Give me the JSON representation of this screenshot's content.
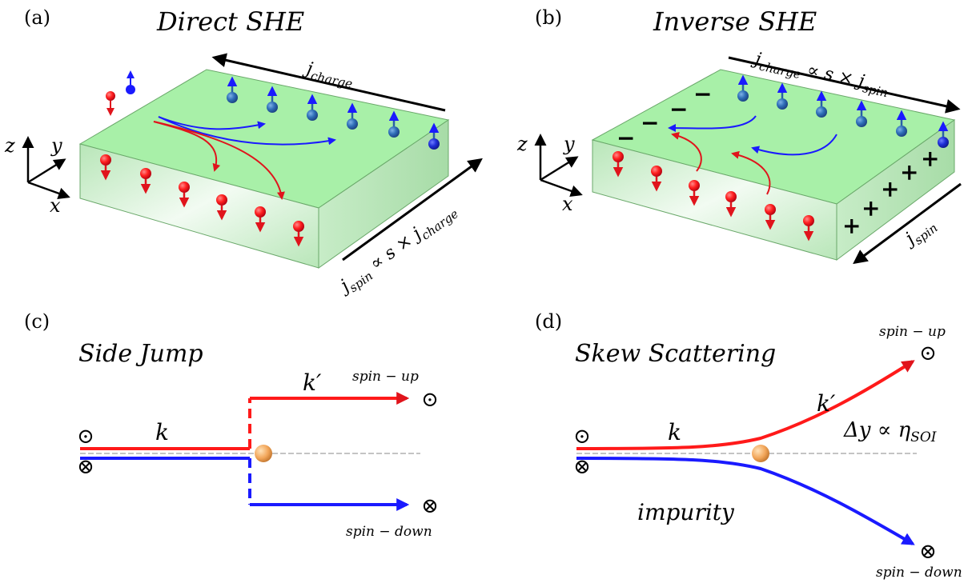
{
  "panels": {
    "a": {
      "label": "(a)",
      "title": "Direct SHE",
      "current_top": "j",
      "current_top_sub": "charge",
      "current_side_pre": "j",
      "current_side_sub": "spin",
      "current_side_mid": " ∝ s × j",
      "current_side_sub2": "charge",
      "axes": {
        "z": "z",
        "y": "y",
        "x": "x"
      }
    },
    "b": {
      "label": "(b)",
      "title": "Inverse SHE",
      "current_top_pre": "j",
      "current_top_sub": "charge",
      "current_top_mid": " ∝ s × j",
      "current_top_sub2": "spin",
      "current_side": "j",
      "current_side_sub": "spin",
      "minus": "−",
      "plus": "+",
      "axes": {
        "z": "z",
        "y": "y",
        "x": "x"
      }
    },
    "c": {
      "label": "(c)",
      "title": "Side Jump",
      "k_in": "k",
      "k_out": "k′",
      "spin_up": "spin − up",
      "spin_down": "spin − down",
      "dot_symbol": "⊙",
      "cross_symbol": "⊗"
    },
    "d": {
      "label": "(d)",
      "title": "Skew Scattering",
      "k_in": "k",
      "k_out": "k′",
      "spin_up": "spin − up",
      "spin_down": "spin − down",
      "impurity": "impurity",
      "delta": "Δy ∝ η",
      "delta_sub": "SOI",
      "dot_symbol": "⊙",
      "cross_symbol": "⊗"
    }
  },
  "colors": {
    "spin_up": "#2a5fa8",
    "spin_down": "#e0141c",
    "up_track": "#1a1aff",
    "down_track": "#ff1a1a",
    "slab_top": "#a8f0a8",
    "slab_side": "#c8e8c8",
    "impurity": "#f2a65a"
  }
}
